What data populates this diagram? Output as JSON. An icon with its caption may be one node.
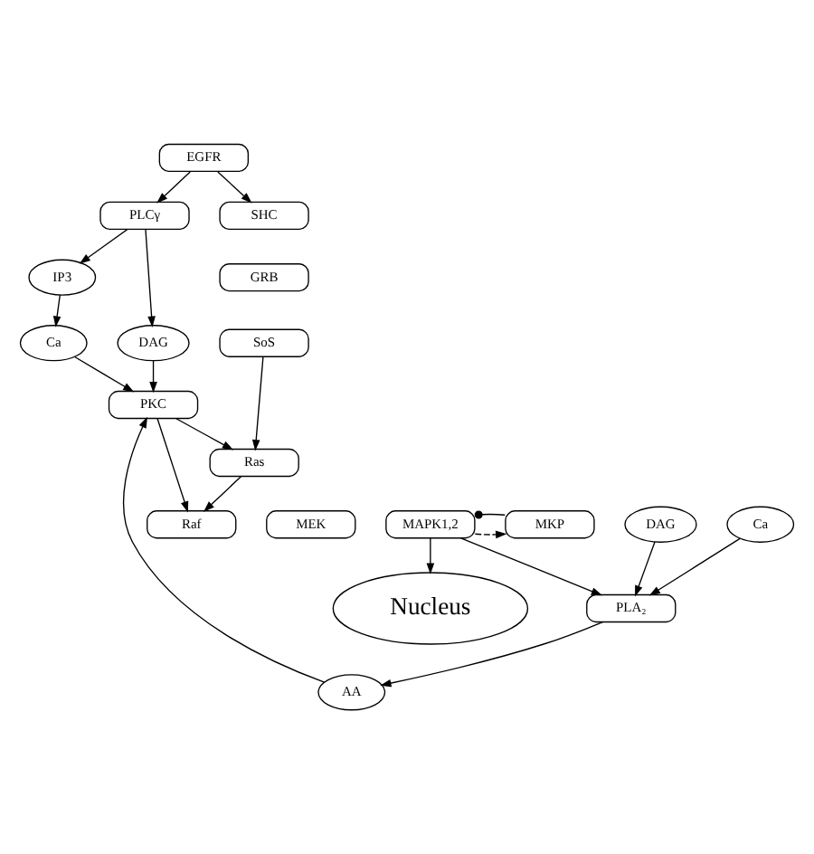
{
  "diagram": {
    "nodes": [
      {
        "text": [
          "EGFR"
        ]
      },
      {
        "text": [
          "PLCγ"
        ]
      },
      {
        "text": [
          "IP3"
        ]
      },
      {
        "text": [
          "DAG"
        ]
      },
      {
        "text": [
          "SHC"
        ]
      },
      {
        "text": [
          "GRB"
        ]
      },
      {
        "text": [
          "SoS"
        ]
      },
      {
        "text": [
          "Ca"
        ]
      },
      {
        "text": [
          "PKC"
        ]
      },
      {
        "text": [
          "Ras"
        ]
      },
      {
        "text": [
          "AA"
        ]
      },
      {
        "text": [
          "Raf"
        ]
      },
      {
        "text": [
          "MEK"
        ]
      },
      {
        "text": [
          "MAPK1,2"
        ]
      },
      {
        "text": [
          "PLA₂"
        ]
      },
      {
        "text": [
          "MKP"
        ]
      },
      {
        "text": [
          "Ca"
        ]
      },
      {
        "text": [
          "DAG"
        ]
      },
      {
        "text": [
          "Nucleus"
        ]
      }
    ],
    "edges": [
      {
        "from": 0,
        "to": 1,
        "arrow": "to"
      },
      {
        "from": 0,
        "to": 4,
        "arrow": "to"
      },
      {
        "from": 1,
        "to": 2,
        "arrow": "to"
      },
      {
        "from": 1,
        "to": 3,
        "arrow": "to"
      },
      {
        "from": 2,
        "to": 7,
        "arrow": "to"
      },
      {
        "from": 3,
        "to": 8,
        "arrow": "to"
      },
      {
        "from": 7,
        "to": 8,
        "arrow": "to"
      },
      {
        "from": 6,
        "to": 9,
        "arrow": "to"
      },
      {
        "from": 8,
        "to": 9,
        "arrow": "to"
      },
      {
        "from": 8,
        "to": 11,
        "arrow": "to"
      },
      {
        "from": 9,
        "to": 11,
        "arrow": "to"
      },
      {
        "from": 10,
        "to": 8,
        "arrow": "to"
      },
      {
        "from": 14,
        "to": 10,
        "arrow": "to"
      },
      {
        "from": 16,
        "to": 14,
        "arrow": "to"
      },
      {
        "from": 17,
        "to": 14,
        "arrow": "to"
      },
      {
        "from": 13,
        "to": 14,
        "arrow": "to"
      },
      {
        "from": 13,
        "to": 15,
        "arrow": "to",
        "style": "dashed"
      },
      {
        "from": 15,
        "to": 13,
        "arrow": "other"
      },
      {
        "from": 13,
        "to": 18,
        "arrow": "to"
      }
    ]
  }
}
